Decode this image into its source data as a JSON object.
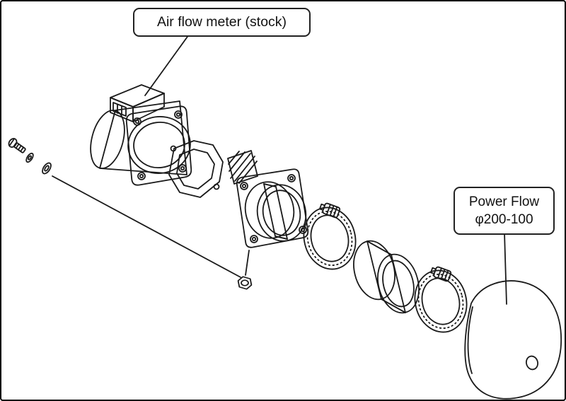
{
  "diagram": {
    "background": "#ffffff",
    "line_color": "#1a1a1a",
    "callouts": {
      "airflow_meter": "Air flow meter (stock)",
      "power_flow_line1": "Power Flow",
      "power_flow_line2": "φ200-100"
    }
  }
}
